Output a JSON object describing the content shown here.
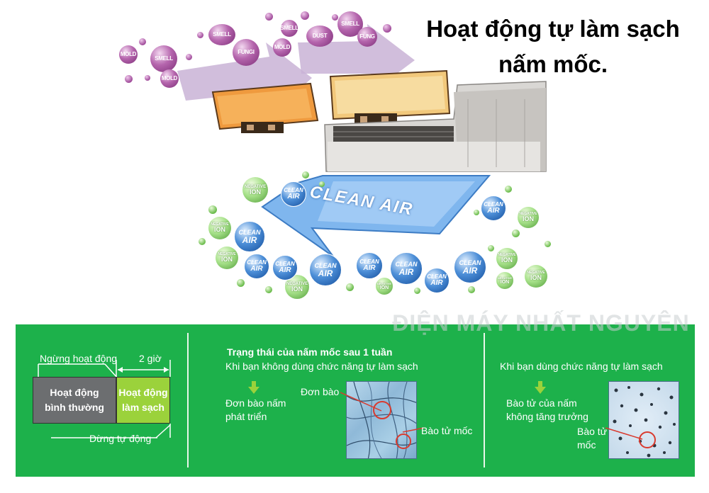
{
  "headline": {
    "line1": "Hoạt động tự làm sạch",
    "line2": "nấm mốc."
  },
  "illustration": {
    "purple_labels": [
      "MOLD",
      "SMELL",
      "FUNGI",
      "SMELL",
      "DUST",
      "SMELL",
      "FUNG",
      "MOLD",
      "SMELL",
      "MOLD"
    ],
    "clean_air_banner": "CLEAN AIR",
    "green_label_top": "NEGATIVE",
    "green_label_bottom": "ION",
    "blue_label_top": "CLEAN",
    "blue_label_bottom": "AIR"
  },
  "watermark": "ĐIỆN MÁY NHẤT NGUYÊN",
  "panel": {
    "timeline": {
      "stop_label": "Ngừng hoạt động",
      "duration_label": "2 giờ",
      "normal_box": [
        "Hoạt động",
        "bình thường"
      ],
      "clean_box": [
        "Hoạt động",
        "làm sạch"
      ],
      "auto_stop_label": "Dừng tự động"
    },
    "middle": {
      "title": "Trạng thái của nấm mốc sau 1 tuần",
      "subtitle": "Khi bạn không dùng chức năng tự làm sạch",
      "result": [
        "Đơn bào nấm",
        "phát triển"
      ],
      "label_cell": "Đơn bào",
      "label_spore": "Bào tử mốc"
    },
    "right": {
      "subtitle": "Khi bạn dùng chức năng tự làm sạch",
      "result": [
        "Bào tử của nấm",
        "không tăng trưởng"
      ],
      "label_spore": [
        "Bào tử",
        "mốc"
      ]
    }
  },
  "colors": {
    "panel_green": "#1db14b",
    "lime": "#9bd23b",
    "grey_box": "#6c6e70",
    "sky_blue": "#6fa8e8"
  }
}
